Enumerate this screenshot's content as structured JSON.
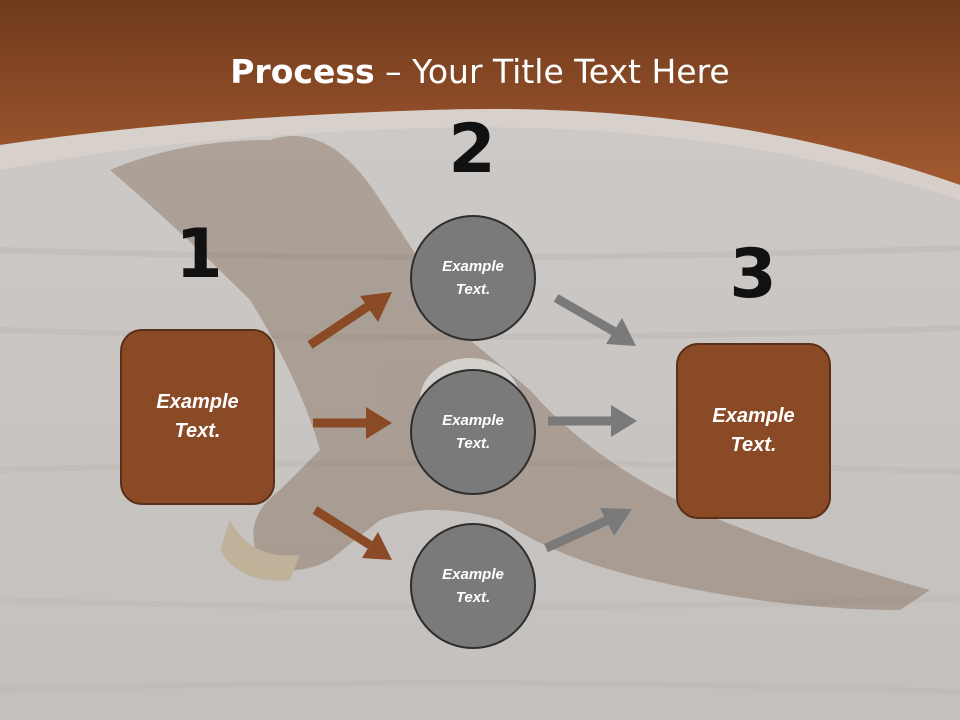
{
  "title": {
    "bold": "Process",
    "rest": " – Your Title Text Here"
  },
  "steps": [
    {
      "number": "1",
      "box_line1": "Example",
      "box_line2": "Text."
    },
    {
      "number": "2",
      "circles": [
        {
          "line1": "Example",
          "line2": "Text."
        },
        {
          "line1": "Example",
          "line2": "Text."
        },
        {
          "line1": "Example",
          "line2": "Text."
        }
      ]
    },
    {
      "number": "3",
      "box_line1": "Example",
      "box_line2": "Text."
    }
  ],
  "colors": {
    "header": "#8f4c27",
    "box_fill": "#8a4a26",
    "circle_fill": "#7a7a7a",
    "arrow_brown": "#8a4a26",
    "arrow_gray": "#7a7a7a",
    "background": "#cdc9c6"
  }
}
